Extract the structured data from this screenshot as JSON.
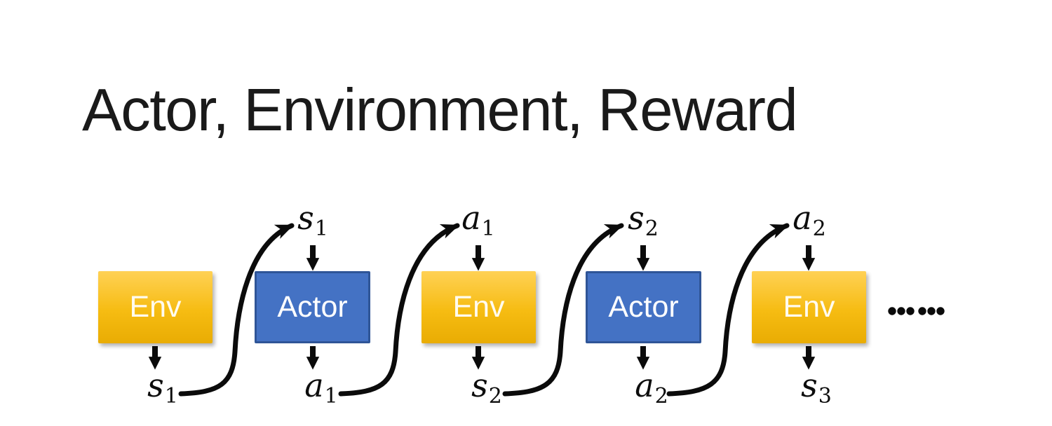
{
  "slide": {
    "title": "Actor, Environment, Reward",
    "background": "#FFFFFF",
    "title_color": "#1A1A1A"
  },
  "colors": {
    "env_gradient_top": "#FFD155",
    "env_gradient_bottom": "#E9AC03",
    "env_text": "#FFFBEF",
    "actor_fill": "#4472C4",
    "actor_border": "#2F5597",
    "actor_text": "#FFFFFF",
    "arrow": "#0B0B0B",
    "label_text": "#0D0D0D"
  },
  "diagram": {
    "boxes": [
      {
        "label": "Env",
        "type": "env"
      },
      {
        "label": "Actor",
        "type": "actor"
      },
      {
        "label": "Env",
        "type": "env"
      },
      {
        "label": "Actor",
        "type": "actor"
      },
      {
        "label": "Env",
        "type": "env"
      }
    ],
    "top_labels": [
      {
        "base": "s",
        "sub": "1"
      },
      {
        "base": "a",
        "sub": "1"
      },
      {
        "base": "s",
        "sub": "2"
      },
      {
        "base": "a",
        "sub": "2"
      }
    ],
    "bottom_labels": [
      {
        "base": "s",
        "sub": "1"
      },
      {
        "base": "a",
        "sub": "1"
      },
      {
        "base": "s",
        "sub": "2"
      },
      {
        "base": "a",
        "sub": "2"
      },
      {
        "base": "s",
        "sub": "3"
      }
    ],
    "ellipsis": "……"
  }
}
